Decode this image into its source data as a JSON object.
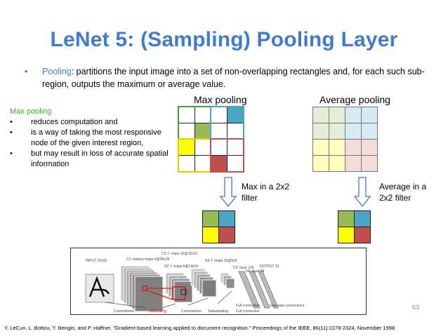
{
  "slide": {
    "title": "LeNet 5: (Sampling) Pooling Layer",
    "bullet_marker": "•",
    "bullet_term": "Pooling",
    "bullet_rest": ": partitions the input image into a set of non-overlapping rectangles and, for each such sub-region, outputs the maximum or average value.",
    "side_heading": "Max pooling",
    "side_items": [
      "reduces computation and",
      "is a way of taking the most responsive node of the given interest region,",
      "but may result in loss of accurate spatial information"
    ],
    "max_caption": "Max pooling",
    "avg_caption": "Average pooling",
    "max_filter_label": "Max in a 2x2 filter",
    "avg_filter_label": "Average in a 2x2 filter",
    "page_number": "63",
    "citation": "Y. LeCun, L. Bottou, Y. Bengio, and P. Haffner. \"Gradient-based learning applied to document recognition.\" Proceedings of the IEEE, 86(11):2278-2324, November 1998"
  },
  "colors": {
    "title": "#3f7bd0",
    "green": "#4aa02c",
    "cyan": "#4ba6c6",
    "olive": "#99bb55",
    "yellow": "#ffff00",
    "red": "#c0504d",
    "arrow": "#5b8ad0"
  },
  "diagram": {
    "labels": {
      "input": "INPUT 32x32",
      "c1": "C1: feature maps 6@28x28",
      "s2": "S2: f. maps 6@14x14",
      "c3": "C3: f. maps 16@10x10",
      "s4": "S4: f. maps 16@5x5",
      "c5": "C5: layer 120",
      "f6": "F6: layer 84",
      "output": "OUTPUT 10",
      "convolutions_1": "Convolutions",
      "subsampling_1": "Sampling",
      "convolutions_2": "Convolutions",
      "subsampling_2": "Subsampling",
      "full_connection_1": "Full connection",
      "full_connection_2": "Full connection",
      "gaussian": "Gaussian connections"
    }
  }
}
